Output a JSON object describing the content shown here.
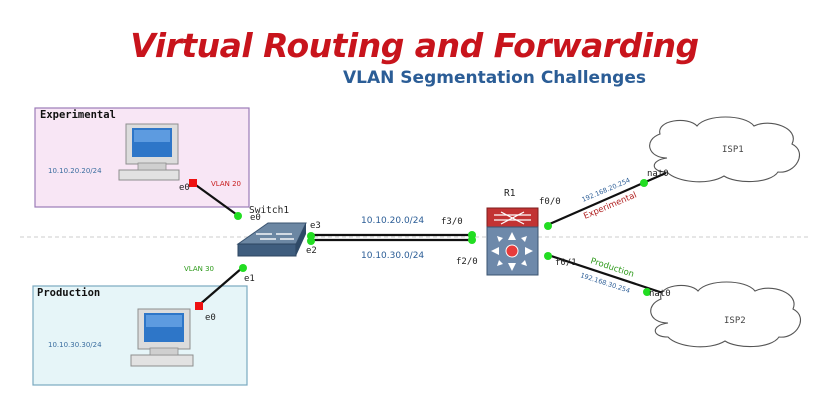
{
  "title": "Virtual Routing and Forwarding",
  "subtitle": "VLAN Segmentation Challenges",
  "zones": {
    "experimental": {
      "label": "Experimental",
      "subnet": "10.10.20.20/24",
      "port": "e0",
      "vlan": "VLAN 20"
    },
    "production": {
      "label": "Production",
      "subnet": "10.10.30.30/24",
      "port": "e0",
      "vlan": "VLAN 30"
    }
  },
  "switch": {
    "label": "Switch1",
    "ports": {
      "e0": "e0",
      "e1": "e1",
      "e2": "e2",
      "e3": "e3"
    }
  },
  "router": {
    "label": "R1",
    "ports": {
      "f0_0": "f0/0",
      "f0_1": "f0/1",
      "f2_0": "f2/0",
      "f3_0": "f3/0"
    }
  },
  "trunk": {
    "subnet_a": "10.10.20.0/24",
    "subnet_b": "10.10.30.0/24"
  },
  "isp1": {
    "label": "ISP1",
    "port": "nat0",
    "link_ip": "192.168.20.254",
    "link_vrf": "Experimental"
  },
  "isp2": {
    "label": "ISP2",
    "port": "nat0",
    "link_ip": "192.168.30.254",
    "link_vrf": "Production"
  },
  "colors": {
    "title": "#c8141c",
    "subtitle": "#2b5d96",
    "experimental_vrf": "#b02020",
    "production_vrf": "#2d9a1a",
    "port_up": "#22dd22",
    "port_down": "#ee1111"
  }
}
